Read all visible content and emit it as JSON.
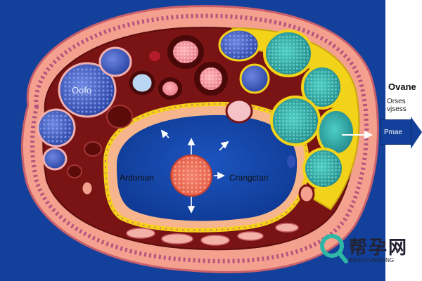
{
  "labels": {
    "left_cell": "Oofo",
    "center_left": "Ardorsan",
    "center_right": "Crangctan"
  },
  "panel": {
    "title": "Ovane",
    "sub1": "Orses",
    "sub2": "vjsess",
    "phase_label": "Pmae"
  },
  "watermark": {
    "text": "帮孕网",
    "sub": "BANGYUNWANG"
  },
  "colors": {
    "background": "#12409a",
    "outer_tissue": "#f4a08e",
    "cortex": "#7a1414",
    "lumen": "#13409c",
    "follicle_blue": "#2f4fb8",
    "follicle_teal": "#2aa3a0",
    "yellow_band": "#f3d21a"
  },
  "icons": {
    "watermark_logo": "magnifier-logo-icon",
    "right_arrow": "right-arrow-icon"
  }
}
